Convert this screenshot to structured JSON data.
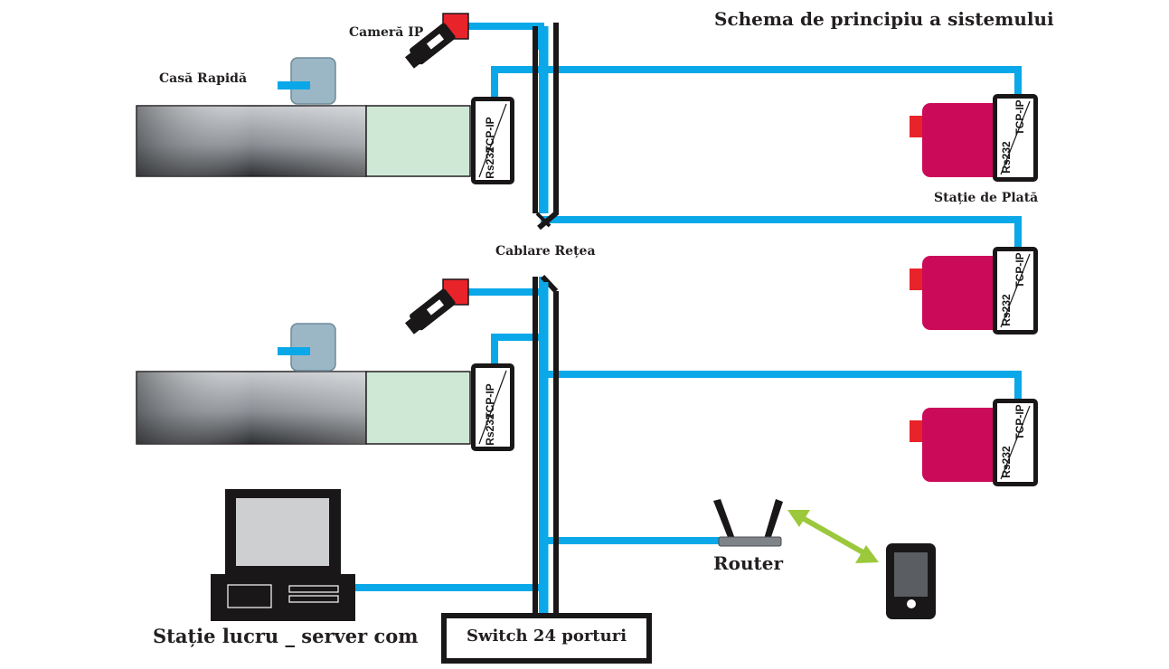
{
  "title": "Schema de principiu a sistemului",
  "labels": {
    "camera_ip": "Cameră IP",
    "casa_rapida": "Casă Rapidă",
    "cablare_retea": "Cablare Rețea",
    "statie_de_plata": "Stație de Plată",
    "router": "Router",
    "statie_lucru": "Stație lucru _ server com",
    "switch": "Switch 24 porturi"
  },
  "converter": {
    "top_text": "TCP-IP",
    "bottom_text": "Rs232"
  },
  "colors": {
    "cable": "#0aa8e8",
    "backbone": "#1a1718",
    "camera_accent": "#e8232a",
    "payment_station": "#cc0a5a",
    "wireless_link": "#9cc83b",
    "register_body": "#9aa0a6",
    "register_panel": "#cfe8d6",
    "scanner": "#9bb7c6"
  },
  "icons": [
    "ip-camera-icon",
    "barcode-scanner-icon",
    "rs232-tcp-converter-icon",
    "payment-station-icon",
    "router-icon",
    "smartphone-icon",
    "computer-workstation-icon",
    "network-switch-icon"
  ]
}
